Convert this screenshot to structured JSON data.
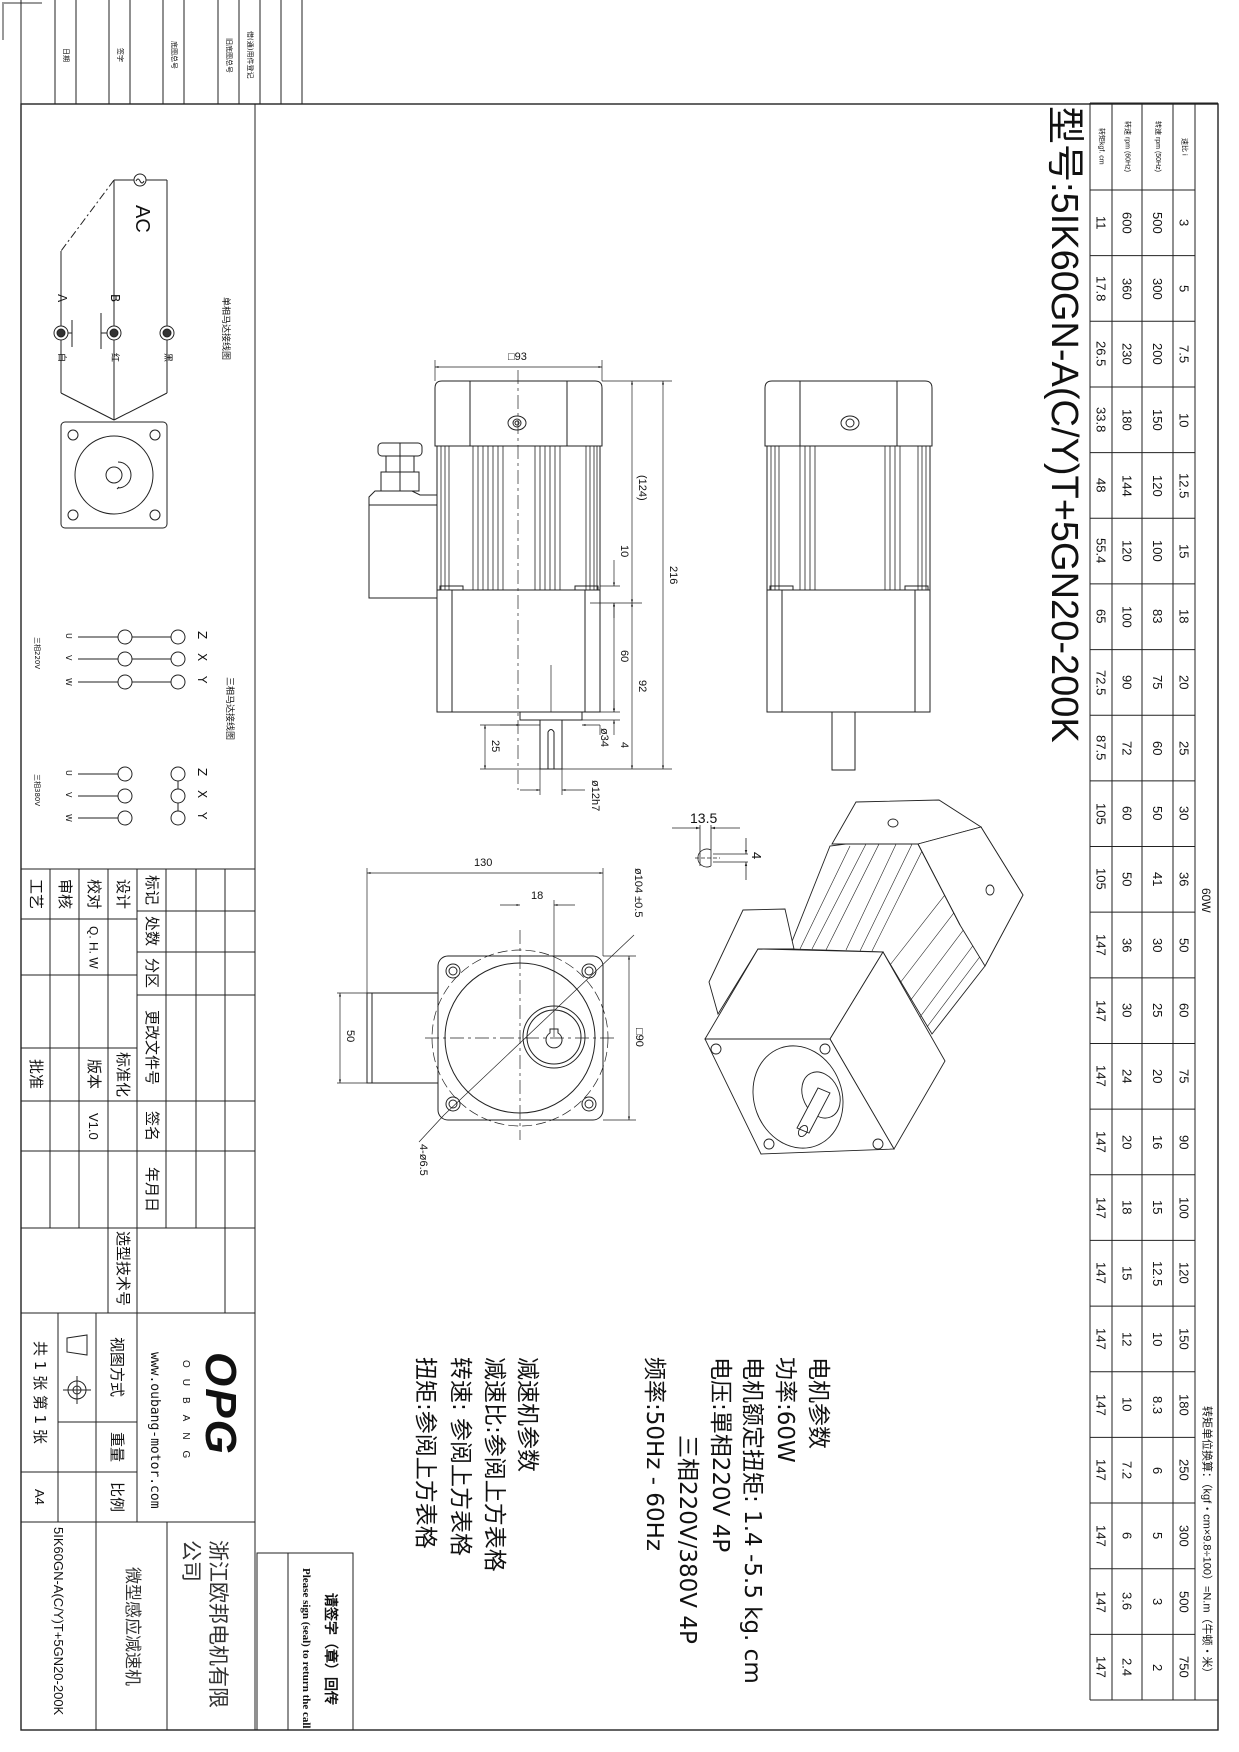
{
  "title": "型号:5IK60GN-A(C/Y)T+5GN20-200K",
  "binding_strip": [
    "日期",
    "签字",
    "底图总号",
    "旧底图总号",
    "借(通)用件登记"
  ],
  "spec_table": {
    "power_label": "60W",
    "unit_note": "转矩单位换算：（kgf・cm×9.8÷100）=N.m（牛顿・米）",
    "row_headers": [
      "速比 i",
      "转速 rpm (50Hz)",
      "转速 rpm (60Hz)",
      "转矩kgf. cm"
    ],
    "ratio": [
      "3",
      "5",
      "7.5",
      "10",
      "12.5",
      "15",
      "18",
      "20",
      "25",
      "30",
      "36",
      "50",
      "60",
      "75",
      "90",
      "100",
      "120",
      "150",
      "180",
      "250",
      "300",
      "500",
      "750"
    ],
    "rpm_50hz": [
      "500",
      "300",
      "200",
      "150",
      "120",
      "100",
      "83",
      "75",
      "60",
      "50",
      "41",
      "30",
      "25",
      "20",
      "16",
      "15",
      "12.5",
      "10",
      "8.3",
      "6",
      "5",
      "3",
      "2"
    ],
    "rpm_60hz": [
      "600",
      "360",
      "230",
      "180",
      "144",
      "120",
      "100",
      "90",
      "72",
      "60",
      "50",
      "36",
      "30",
      "24",
      "20",
      "18",
      "15",
      "12",
      "10",
      "7.2",
      "6",
      "3.6",
      "2.4"
    ],
    "torque_kgfcm": [
      "11",
      "17.8",
      "26.5",
      "33.8",
      "48",
      "55.4",
      "65",
      "72.5",
      "87.5",
      "105",
      "105",
      "147",
      "147",
      "147",
      "147",
      "147",
      "147",
      "147",
      "147",
      "147",
      "147",
      "147",
      "147"
    ]
  },
  "single_phase_wiring": {
    "title": "单相马达接线图",
    "source": "AC",
    "terminal_a": "A",
    "terminal_b": "B",
    "wire_black": "黑",
    "wire_red": "红",
    "wire_white": "白"
  },
  "three_phase_wiring": {
    "title": "三相马达接线图",
    "right_labels": [
      "Z",
      "X",
      "Y"
    ],
    "left_labels": [
      "U",
      "V",
      "W"
    ],
    "config_220": "三相220V",
    "config_380": "三相380V"
  },
  "dimensions": {
    "square_93": "□93",
    "len_124": "(124)",
    "len_216": "216",
    "len_10": "10",
    "len_60": "60",
    "len_92": "92",
    "dia_34": "ø34",
    "len_4": "4",
    "len_25": "25",
    "dia_12h7": "ø12h7",
    "len_130": "130",
    "len_18": "18",
    "len_50": "50",
    "square_90": "□90",
    "dia_104": "ø104 ±0.5",
    "holes": "4-ø6.5",
    "key_13_5": "13.5",
    "key_4": "4"
  },
  "motor_params": {
    "heading": "电机参数",
    "power": "功率:60W",
    "rated_torque": "电机额定扭矩: 1.4 -5.5 kg. cm",
    "voltage_single": "电压:單相220V  4P",
    "voltage_three": "三相220V/380V  4P",
    "frequency": "频率:50Hz  -  60Hz"
  },
  "gearbox_params": {
    "heading": "减速机参数",
    "ratio": "减速比:参阅上方表格",
    "speed": "转速:  参阅上方表格",
    "torque": "扭矩:参阅上方表格"
  },
  "title_block": {
    "mark": "标记",
    "count": "处数",
    "zone": "分区",
    "change_doc": "更改文件号",
    "signature": "签名",
    "date": "年月日",
    "design": "设计",
    "check": "校对",
    "checker": "Q. H. W",
    "review": "审核",
    "process": "工艺",
    "standardize": "标准化",
    "version_label": "版本",
    "version": "V1.0",
    "approve": "批准",
    "selection_code": "选型技术号",
    "view_method": "视图方式",
    "weight": "重量",
    "scale": "比例",
    "sheets": "共 1 张  第 1 张",
    "paper": "A4",
    "logo": "OPG",
    "logo_sub": "OUBANG",
    "website": "www.oubang-motor.com",
    "company": [
      "浙江欧邦电机有限",
      "公司"
    ],
    "product": "微型感应减速机",
    "model": "5IK60GN-A(C/Y)T+5GN20-200K"
  },
  "sign_box": {
    "cn": "请签字（章）回传",
    "en": "Please sign (seal) to return the call"
  }
}
